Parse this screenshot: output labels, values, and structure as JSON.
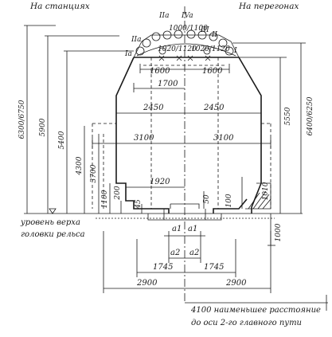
{
  "headers": {
    "left": "На станциях",
    "right": "На перегонах"
  },
  "pantograph": {
    "level_labels": [
      "IIa",
      "IVa",
      "III",
      "II",
      "IIa",
      "Ia",
      "I"
    ],
    "top_pair": "1000/1100",
    "mid_pair_left": "1020/1120",
    "mid_pair_right": "1020/1120"
  },
  "widths": {
    "w1600_left": "1600",
    "w1600_right": "1600",
    "w1700": "1700",
    "w2450_left": "2450",
    "w2450_right": "2450",
    "w3100_left": "3100",
    "w3100_right": "3100",
    "w1920": "1920",
    "w1745_left": "1745",
    "w1745_right": "1745",
    "w2900_left": "2900",
    "w2900_right": "2900"
  },
  "heights": {
    "h6300_6750": "6300/6750",
    "h5900": "5900",
    "h5400": "5400",
    "h4300": "4300",
    "h3700": "3700",
    "h1100": "1100",
    "h200": "200",
    "h45": "45",
    "h50": "50",
    "h100": "100",
    "h1010": "1010",
    "h5550": "5550",
    "h6400_6250": "6400/6250",
    "h1000": "1000"
  },
  "gauge_marks": {
    "a1_left": "a1",
    "a1_right": "a1",
    "a2_left": "a2",
    "a2_right": "a2"
  },
  "notes": {
    "rail_head_level_line1": "уровень верха",
    "rail_head_level_line2": "головки рельса",
    "min_distance_line1": "4100 наименьшее расстояние",
    "min_distance_line2": "до оси 2-го главного пути"
  }
}
